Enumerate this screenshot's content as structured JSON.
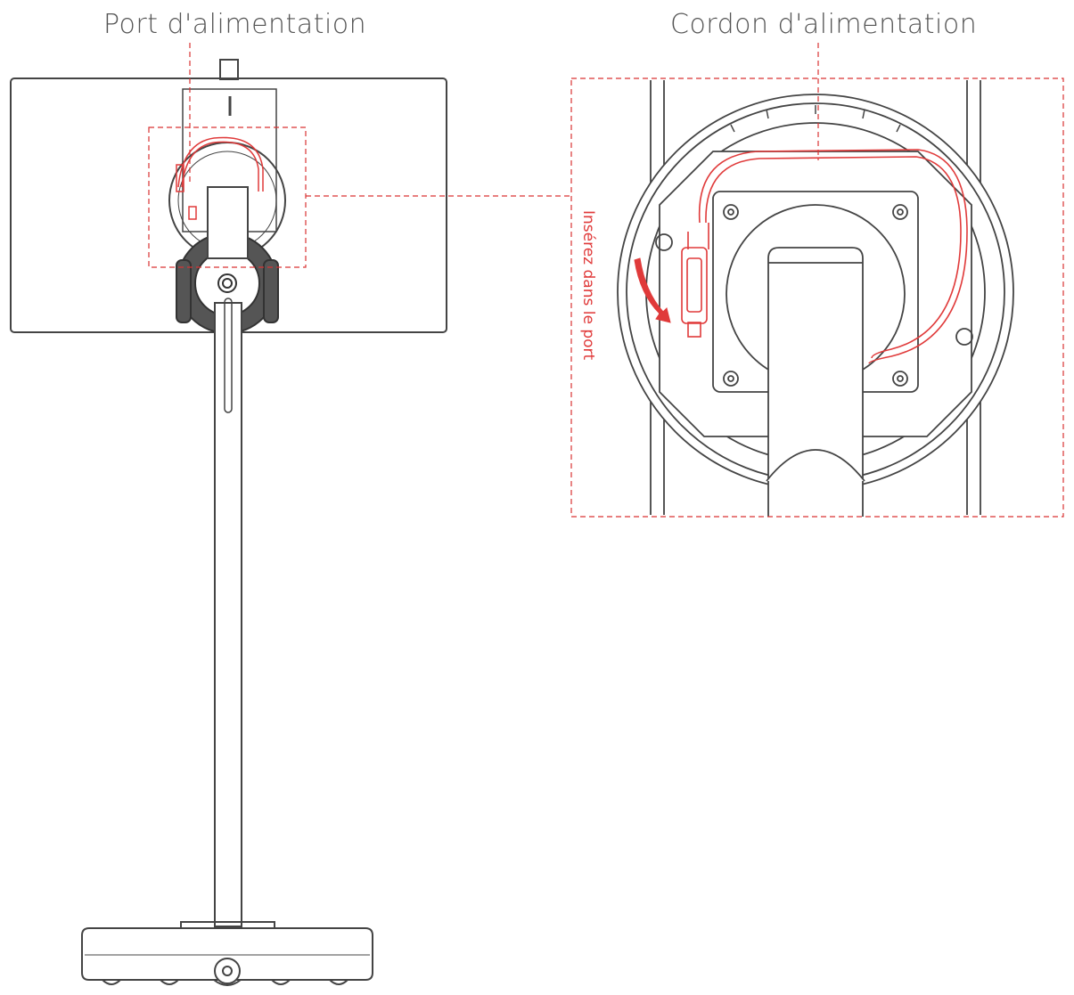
{
  "labels": {
    "power_port": "Port d'alimentation",
    "power_cord": "Cordon d'alimentation",
    "insert_instruction": "Insérez dans le port"
  },
  "colors": {
    "line": "#444444",
    "accent": "#e03a3a",
    "text": "#555555"
  }
}
